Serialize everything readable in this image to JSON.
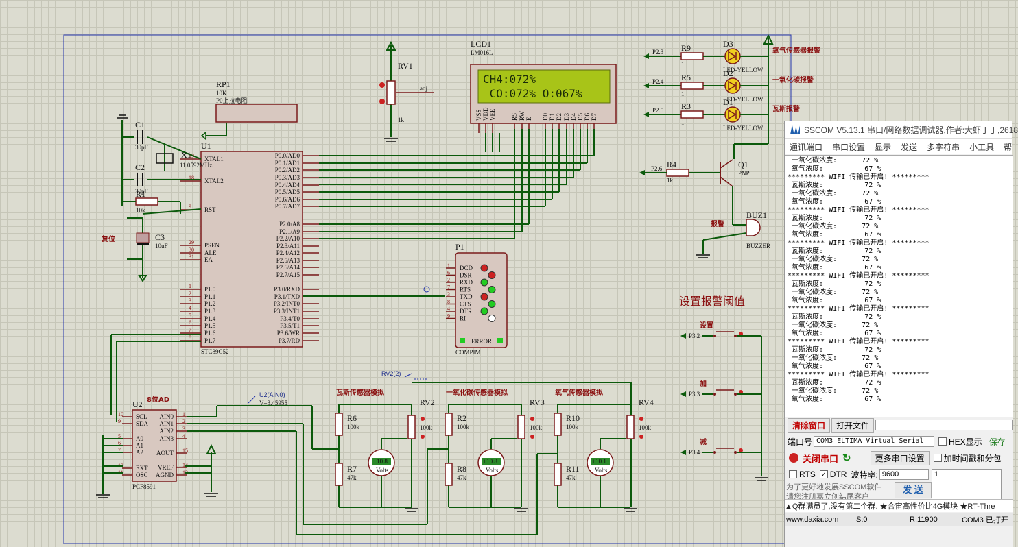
{
  "schematic": {
    "ic_u1": {
      "ref": "U1",
      "part": "STC89C52"
    },
    "ic_u2": {
      "ref": "U2",
      "part": "PCF8591",
      "title": "8位AD"
    },
    "lcd": {
      "ref": "LCD1",
      "part": "LM016L",
      "line1": "CH4:072%",
      "line2": " CO:072% O:067%"
    },
    "rp1": {
      "ref": "RP1",
      "value": "10K",
      "desc": "P0上拉电阻"
    },
    "rv1": {
      "ref": "RV1",
      "value": "1k",
      "pin": "adj"
    },
    "crystal": {
      "ref": "X1",
      "value": "11.0592MHz"
    },
    "c1": {
      "ref": "C1",
      "value": "30pF"
    },
    "c2": {
      "ref": "C2",
      "value": "30pF"
    },
    "c3": {
      "ref": "C3",
      "value": "10uF"
    },
    "r1": {
      "ref": "R1",
      "value": "10k"
    },
    "reset_label": "复位",
    "compim": {
      "ref": "P1",
      "part": "COMPIM",
      "error": "ERROR",
      "pins": [
        "DCD",
        "DSR",
        "RXD",
        "RTS",
        "TXD",
        "CTS",
        "DTR",
        "RI"
      ]
    },
    "leds": [
      {
        "net": "P2.3",
        "res": "R9",
        "rv": "1",
        "led": "D3",
        "part": "LED-YELLOW",
        "label": "氧气传感器报警"
      },
      {
        "net": "P2.4",
        "res": "R5",
        "rv": "1",
        "led": "D2",
        "part": "LED-YELLOW",
        "label": "一氧化碳报警"
      },
      {
        "net": "P2.5",
        "res": "R3",
        "rv": "1",
        "led": "D1",
        "part": "LED-YELLOW",
        "label": "瓦斯报警"
      }
    ],
    "q1": {
      "ref": "Q1",
      "part": "PNP"
    },
    "r4": {
      "ref": "R4",
      "value": "1k",
      "net": "P2.6"
    },
    "buzzer": {
      "ref": "BUZ1",
      "part": "BUZZER",
      "label": "报警"
    },
    "threshold_title": "设置报警阈值",
    "buttons": [
      {
        "label": "设置",
        "net": "P3.2"
      },
      {
        "label": "加",
        "net": "P3.3"
      },
      {
        "label": "减",
        "net": "P3.4"
      }
    ],
    "probe_u2": {
      "label": "U2(AIN0)",
      "value": "V=3.45955"
    },
    "probe_rv2": {
      "label": "RV2(2)"
    },
    "sensors": [
      {
        "title": "瓦斯传感器模拟",
        "r_top": "R6",
        "r_top_v": "100k",
        "r_bot": "R7",
        "r_bot_v": "47k",
        "pot": "RV2",
        "pot_v": "100k",
        "meter": "+10.8",
        "unit": "Volts"
      },
      {
        "title": "一氧化碳传感器模拟",
        "r_top": "R2",
        "r_top_v": "100k",
        "r_bot": "R8",
        "r_bot_v": "47k",
        "pot": "RV3",
        "pot_v": "100k",
        "meter": "+10.8",
        "unit": "Volts"
      },
      {
        "title": "氧气传感器模拟",
        "r_top": "R10",
        "r_top_v": "100k",
        "r_bot": "R11",
        "r_bot_v": "47k",
        "pot": "RV4",
        "pot_v": "100k",
        "meter": "+10.1",
        "unit": "Volts"
      }
    ]
  },
  "sscom": {
    "title": "SSCOM V5.13.1 串口/网络数据调试器,作者:大虾丁丁,2618",
    "menu": [
      "通讯端口",
      "串口设置",
      "显示",
      "发送",
      "多字符串",
      "小工具",
      "帮"
    ],
    "log": [
      " 一氧化碳浓度:      72 %",
      " 氧气浓度:          67 %",
      "********* WIFI 传输已开启! *********",
      " 瓦斯浓度:          72 %",
      " 一氧化碳浓度:      72 %",
      " 氧气浓度:          67 %",
      "********* WIFI 传输已开启! *********",
      " 瓦斯浓度:          72 %",
      " 一氧化碳浓度:      72 %",
      " 氧气浓度:          67 %",
      "********* WIFI 传输已开启! *********",
      " 瓦斯浓度:          72 %",
      " 一氧化碳浓度:      72 %",
      " 氧气浓度:          67 %",
      "********* WIFI 传输已开启! *********",
      " 瓦斯浓度:          72 %",
      " 一氧化碳浓度:      72 %",
      " 氧气浓度:          67 %",
      "********* WIFI 传输已开启! *********",
      " 瓦斯浓度:          72 %",
      " 一氧化碳浓度:      72 %",
      " 氧气浓度:          67 %",
      "********* WIFI 传输已开启! *********",
      " 瓦斯浓度:          72 %",
      " 一氧化碳浓度:      72 %",
      " 氧气浓度:          67 %",
      "********* WIFI 传输已开启! *********",
      " 瓦斯浓度:          72 %",
      " 一氧化碳浓度:      72 %",
      " 氧气浓度:          67 %"
    ],
    "clear_button": "清除窗口",
    "open_file_button": "打开文件",
    "port_label": "端口号",
    "port_value": "COM3 ELTIMA Virtual Serial",
    "hex_display": "HEX显示",
    "save_label": "保存",
    "close_port_button": "关闭串口",
    "more_settings_button": "更多串口设置",
    "timestamp_label": "加时间戳和分包",
    "rts_label": "RTS",
    "dtr_label": "DTR",
    "baud_label": "波特率:",
    "baud_value": "9600",
    "send_input": "1",
    "send_button": "发 送",
    "promo_line1": "为了更好地发展SSCOM软件",
    "promo_line2": "请您注册嘉立创结尾客户",
    "ticker": "▲Q群满员了,没有第二个群. ★合宙高性价比4G模块 ★RT-Thre",
    "status_site": "www.daxia.com",
    "status_s": "S:0",
    "status_r": "R:11900",
    "status_com": "COM3 已打开"
  }
}
